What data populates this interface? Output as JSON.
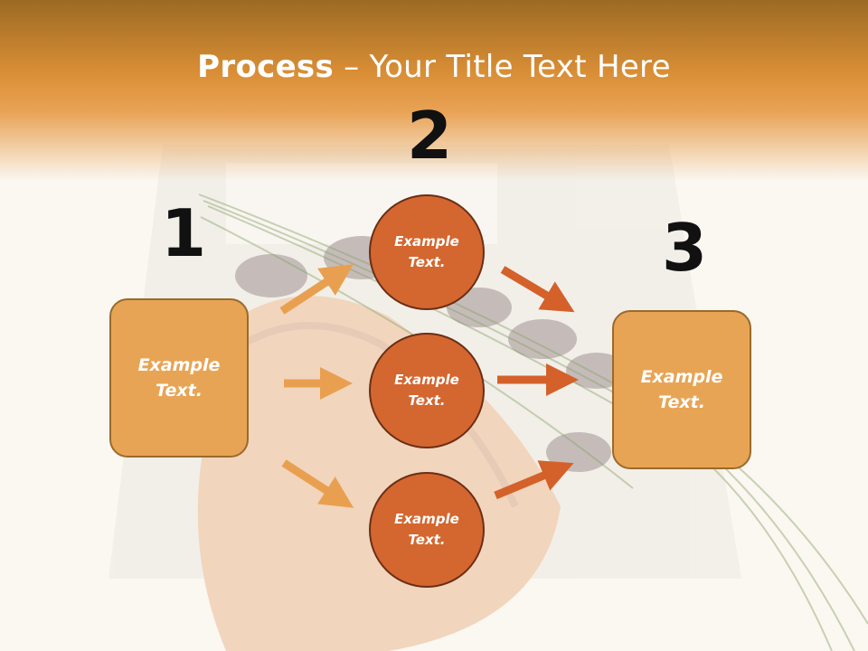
{
  "title": {
    "strong": "Process",
    "rest": " – Your Title Text Here"
  },
  "steps": {
    "one": "1",
    "two": "2",
    "three": "3"
  },
  "nodes": {
    "left_box": "Example Text.",
    "circle_top": "Example Text.",
    "circle_middle": "Example Text.",
    "circle_bottom": "Example Text.",
    "right_box": "Example Text."
  },
  "colors": {
    "header": "#d98e35",
    "box_fill": "#e8a455",
    "circle_fill": "#d4662f",
    "arrow_light": "#e8a050",
    "arrow_dark": "#d4612a"
  },
  "icons": {
    "background": "bread-olives-photo"
  }
}
